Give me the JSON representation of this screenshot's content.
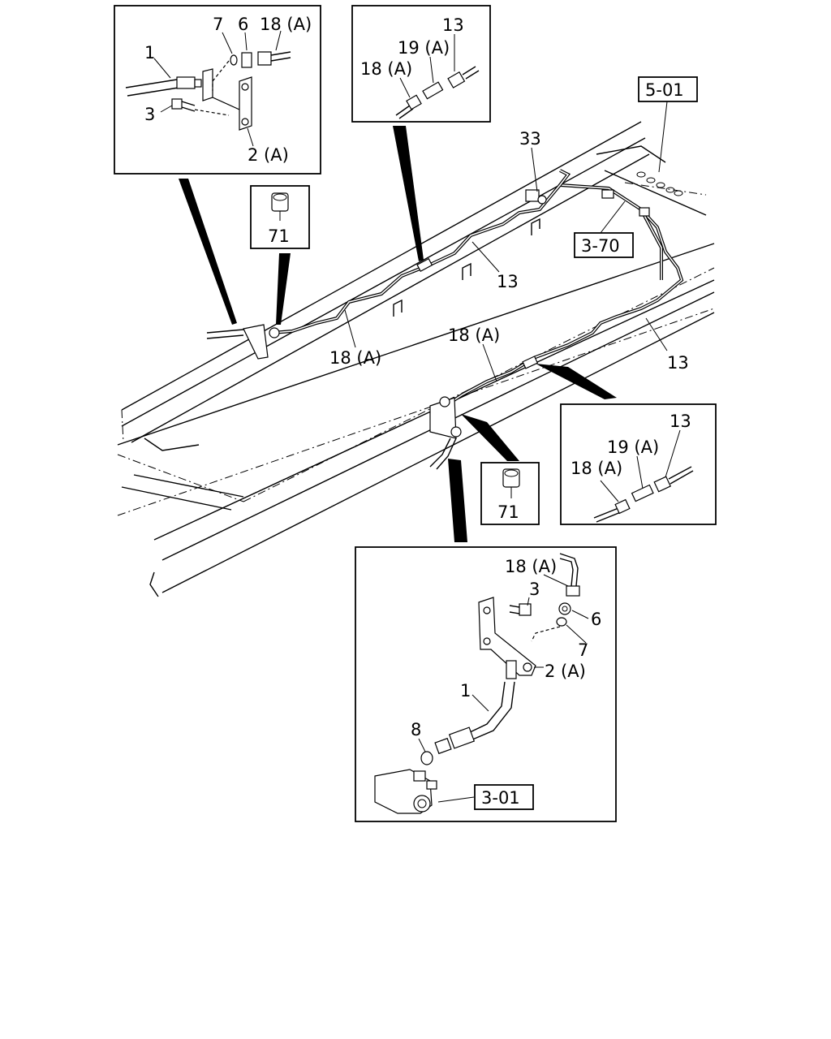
{
  "callouts": {
    "top_left": {
      "items": [
        {
          "key": "c7",
          "label": "7"
        },
        {
          "key": "c6",
          "label": "6"
        },
        {
          "key": "c18a",
          "label": "18 (A)"
        },
        {
          "key": "c1",
          "label": "1"
        },
        {
          "key": "c3",
          "label": "3"
        },
        {
          "key": "c2a",
          "label": "2 (A)"
        }
      ]
    },
    "top_center": {
      "items": [
        {
          "key": "c13",
          "label": "13"
        },
        {
          "key": "c19a",
          "label": "19 (A)"
        },
        {
          "key": "c18a",
          "label": "18 (A)"
        }
      ]
    },
    "grommet_upper": {
      "label": "71"
    },
    "grommet_lower": {
      "label": "71"
    },
    "right_mid": {
      "items": [
        {
          "key": "c13",
          "label": "13"
        },
        {
          "key": "c19a",
          "label": "19 (A)"
        },
        {
          "key": "c18a",
          "label": "18 (A)"
        }
      ]
    },
    "bottom": {
      "items": [
        {
          "key": "c18a",
          "label": "18 (A)"
        },
        {
          "key": "c3",
          "label": "3"
        },
        {
          "key": "c6",
          "label": "6"
        },
        {
          "key": "c7",
          "label": "7"
        },
        {
          "key": "c2a",
          "label": "2 (A)"
        },
        {
          "key": "c1",
          "label": "1"
        },
        {
          "key": "c8",
          "label": "8"
        }
      ]
    }
  },
  "main_labels": {
    "l33": "33",
    "l13_upper": "13",
    "l18a_left": "18 (A)",
    "l18a_mid": "18 (A)",
    "l13_right": "13"
  },
  "references": {
    "ref_501": "5-01",
    "ref_370": "3-70",
    "ref_301": "3-01"
  }
}
